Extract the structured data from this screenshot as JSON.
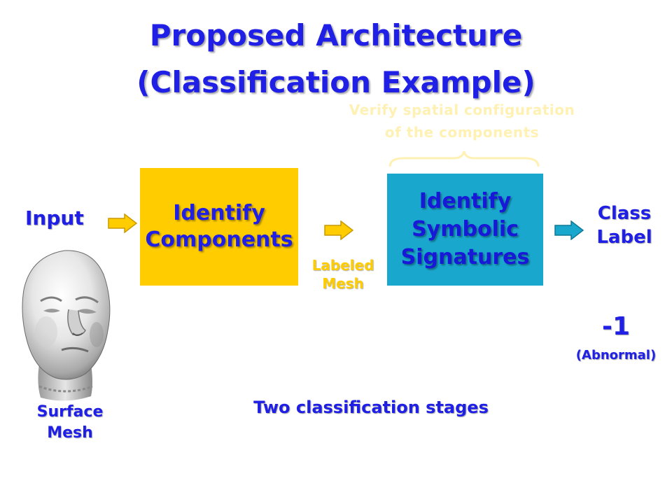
{
  "title": {
    "line1": "Proposed Architecture",
    "line2": "(Classification Example)"
  },
  "input": {
    "label": "Input",
    "mesh_caption_line1": "Surface",
    "mesh_caption_line2": "Mesh"
  },
  "stage1": {
    "line1": "Identify",
    "line2": "Components"
  },
  "between": {
    "line1": "Labeled",
    "line2": "Mesh"
  },
  "stage2": {
    "line1": "Identify",
    "line2": "Symbolic",
    "line3": "Signatures"
  },
  "note": {
    "line1": "Verify spatial configuration",
    "line2": "of the components"
  },
  "output": {
    "line1": "Class",
    "line2": "Label"
  },
  "result": {
    "value": "-1",
    "description": "(Abnormal)"
  },
  "footer": "Two classification stages",
  "colors": {
    "title_blue": "#1f1fe6",
    "stage1_fill": "#ffcc00",
    "stage2_fill": "#1aa7cd",
    "arrow1": "#ffcc00",
    "arrow3": "#1aa7cd"
  }
}
